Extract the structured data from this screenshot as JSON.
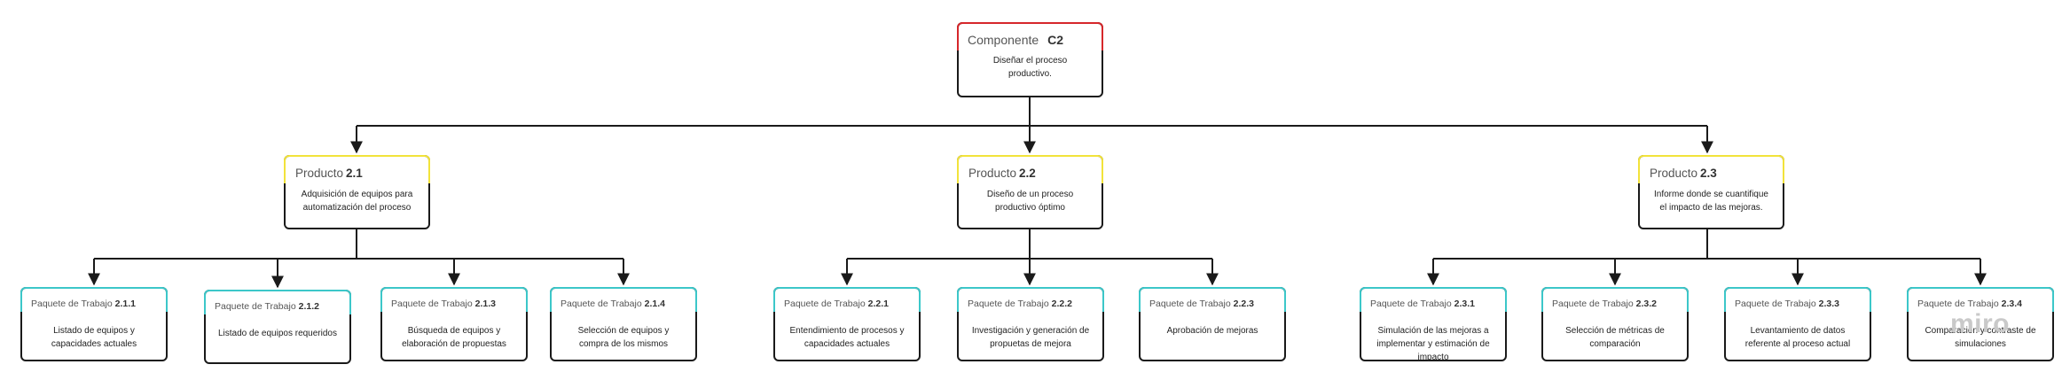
{
  "colors": {
    "component_accent": "#d6272b",
    "product_accent": "#f2e33b",
    "work_package_accent": "#3cc7c9",
    "connector": "#1a1a1a"
  },
  "component": {
    "label": "Componente",
    "code": "C2",
    "description": "Diseñar el proceso productivo."
  },
  "products": [
    {
      "label": "Producto",
      "code": "2.1",
      "description": "Adquisición de equipos para automatización del proceso"
    },
    {
      "label": "Producto",
      "code": "2.2",
      "description": "Diseño de un proceso productivo óptimo"
    },
    {
      "label": "Producto",
      "code": "2.3",
      "description": "Informe donde se cuantifique el impacto de las mejoras."
    }
  ],
  "work_packages": [
    {
      "label": "Paquete de Trabajo",
      "code": "2.1.1",
      "description": "Listado de equipos y capacidades actuales"
    },
    {
      "label": "Paquete de Trabajo",
      "code": "2.1.2",
      "description": "Listado de equipos requeridos"
    },
    {
      "label": "Paquete de Trabajo",
      "code": "2.1.3",
      "description": "Búsqueda de equipos y elaboración de propuestas"
    },
    {
      "label": "Paquete de Trabajo",
      "code": "2.1.4",
      "description": "Selección de equipos y compra de los mismos"
    },
    {
      "label": "Paquete de Trabajo",
      "code": "2.2.1",
      "description": "Entendimiento de procesos y capacidades actuales"
    },
    {
      "label": "Paquete de Trabajo",
      "code": "2.2.2",
      "description": "Investigación y generación de propuetas de mejora"
    },
    {
      "label": "Paquete de Trabajo",
      "code": "2.2.3",
      "description": "Aprobación de mejoras"
    },
    {
      "label": "Paquete de Trabajo",
      "code": "2.3.1",
      "description": "Simulación de las mejoras a implementar y estimación de impacto"
    },
    {
      "label": "Paquete de Trabajo",
      "code": "2.3.2",
      "description": "Selección de métricas de comparación"
    },
    {
      "label": "Paquete de Trabajo",
      "code": "2.3.3",
      "description": "Levantamiento de datos referente al  proceso actual"
    },
    {
      "label": "Paquete de Trabajo",
      "code": "2.3.4",
      "description": "Comparación y contraste de simulaciones"
    }
  ],
  "watermark": "miro"
}
